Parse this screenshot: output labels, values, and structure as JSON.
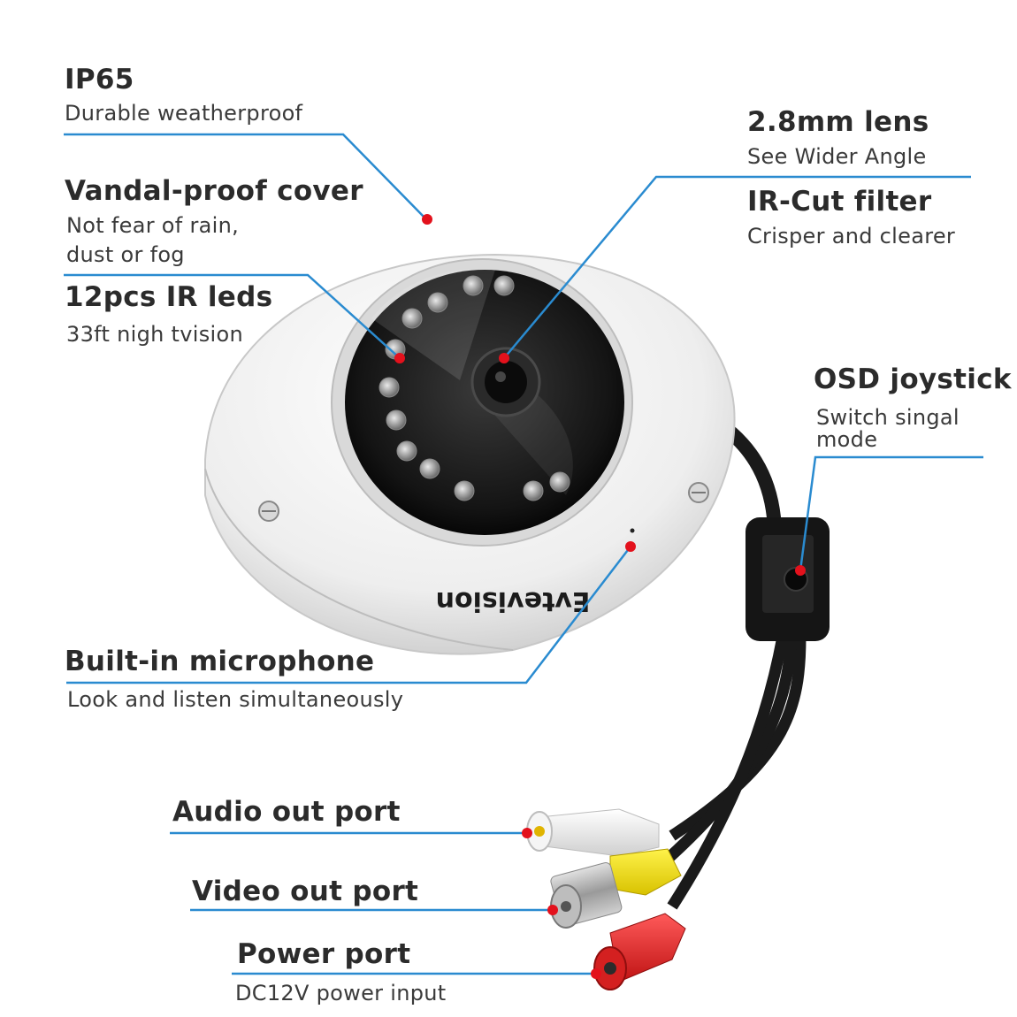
{
  "brand": {
    "logo_text": "Evtevision"
  },
  "colors": {
    "leader_line": "#2a8bd0",
    "marker_dot": "#e3111c",
    "text": "#2b2b2b",
    "camera_body": "#f2f2f2",
    "dome": "#1e1e1e",
    "cable": "#1a1a1a"
  },
  "callouts": {
    "ip65": {
      "title": "IP65",
      "desc": "Durable weatherproof"
    },
    "vandal": {
      "title": "Vandal-proof cover",
      "desc_line1": "Not fear of rain,",
      "desc_line2": "dust or fog"
    },
    "ir_leds": {
      "title": "12pcs IR leds",
      "desc": "33ft nigh tvision"
    },
    "lens": {
      "title": "2.8mm lens",
      "desc": "See Wider Angle"
    },
    "ircut": {
      "title": "IR-Cut filter",
      "desc": "Crisper and clearer"
    },
    "osd": {
      "title": "OSD joystick",
      "desc_line1": "Switch singal",
      "desc_line2": "mode"
    },
    "mic": {
      "title": "Built-in microphone",
      "desc": "Look and listen simultaneously"
    },
    "audio": {
      "title": "Audio out port"
    },
    "video": {
      "title": "Video out port"
    },
    "power": {
      "title": "Power port",
      "desc": "DC12V power input"
    }
  }
}
